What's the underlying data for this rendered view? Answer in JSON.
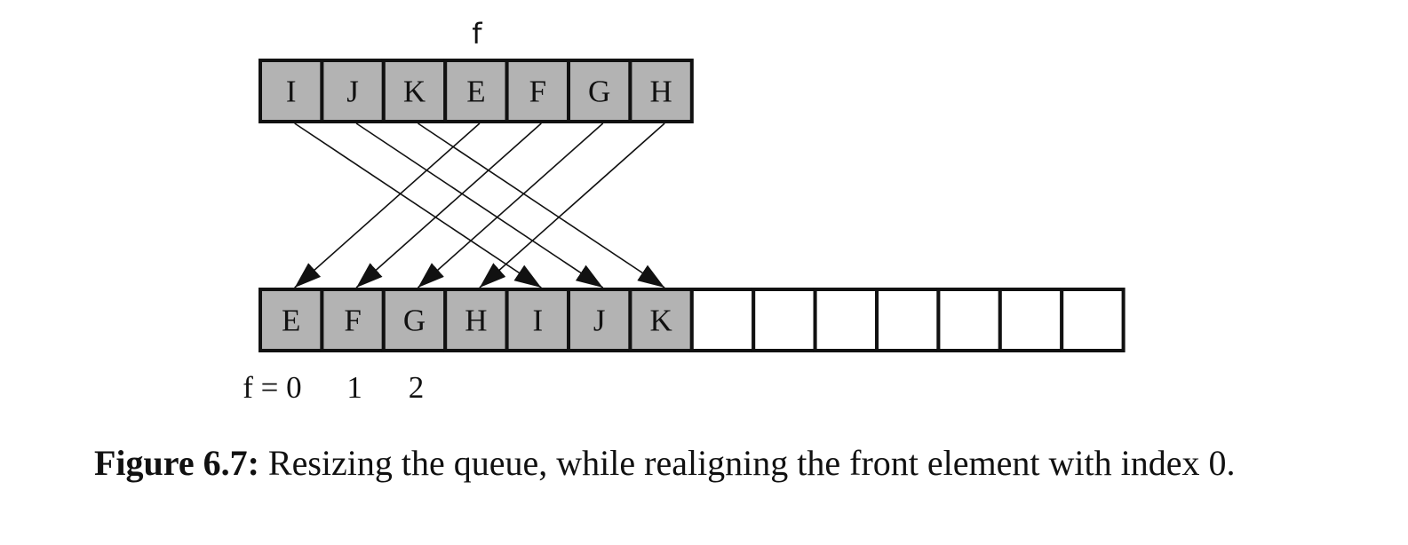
{
  "top_array": {
    "pointer_label": "f",
    "cells": [
      "I",
      "J",
      "K",
      "E",
      "F",
      "G",
      "H"
    ],
    "front_index": 3
  },
  "bottom_array": {
    "cells": [
      "E",
      "F",
      "G",
      "H",
      "I",
      "J",
      "K",
      "",
      "",
      "",
      "",
      "",
      "",
      ""
    ],
    "index_labels": [
      "f = 0",
      "1",
      "2"
    ]
  },
  "caption": {
    "label": "Figure 6.7:",
    "text": "Resizing the queue, while realigning the front element with index 0."
  },
  "colors": {
    "filled_cell": "#b3b3b3",
    "empty_cell": "#ffffff",
    "stroke": "#111111"
  }
}
